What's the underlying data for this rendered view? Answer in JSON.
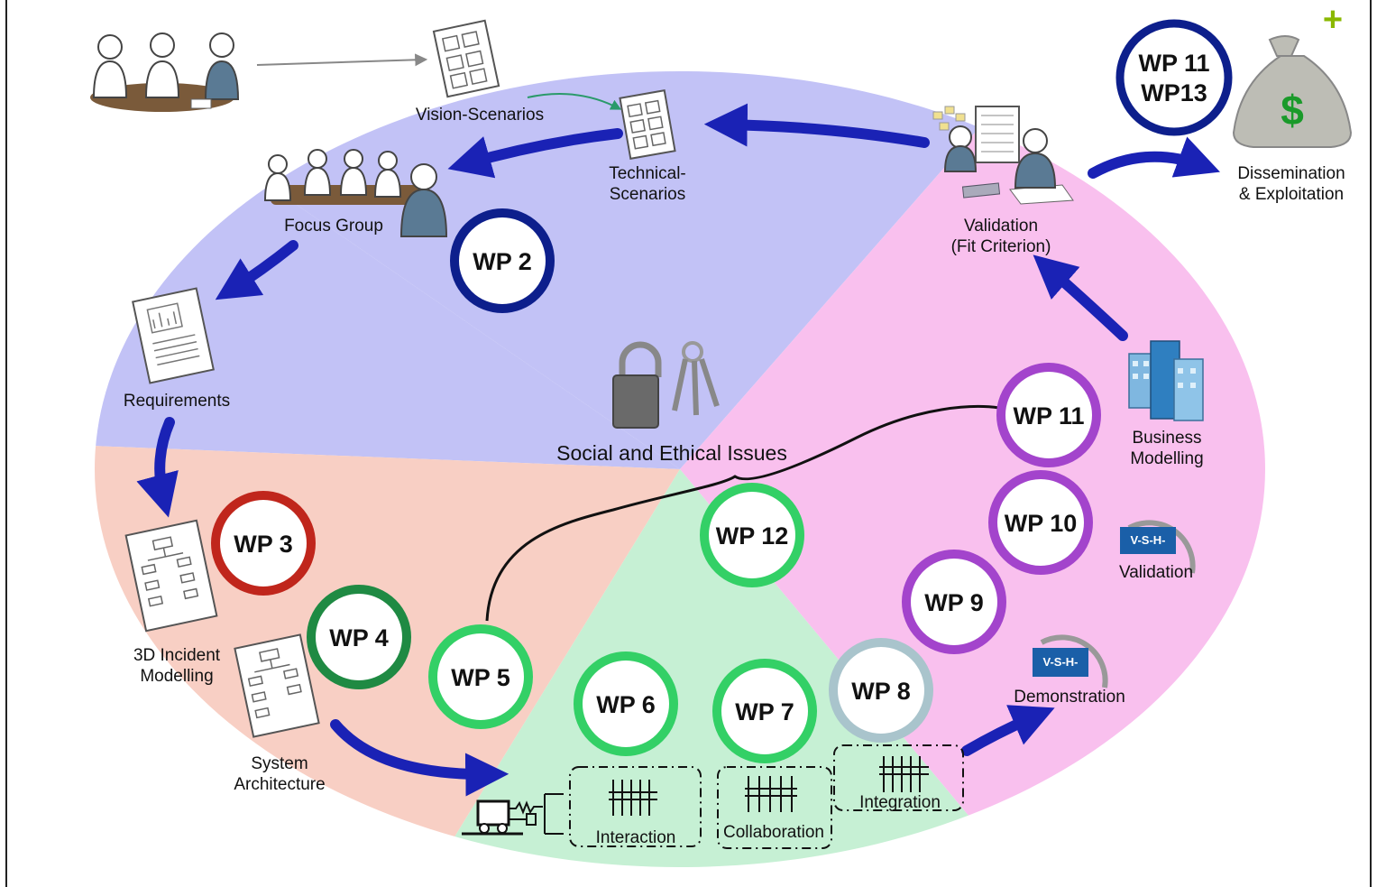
{
  "phases": {
    "vision_scenarios": "Vision-Scenarios",
    "technical_scenarios_1": "Technical-",
    "technical_scenarios_2": "Scenarios",
    "focus_group": "Focus Group",
    "requirements": "Requirements",
    "incident_modelling_1": "3D Incident",
    "incident_modelling_2": "Modelling",
    "system_architecture_1": "System",
    "system_architecture_2": "Architecture",
    "validation_fit_1": "Validation",
    "validation_fit_2": "(Fit Criterion)",
    "dissemination_1": "Dissemination",
    "dissemination_2": "& Exploitation",
    "business_modelling_1": "Business",
    "business_modelling_2": "Modelling",
    "validation": "Validation",
    "demonstration": "Demonstration"
  },
  "modules": {
    "interaction": "Interaction",
    "collaboration": "Collaboration",
    "integration": "Integration"
  },
  "center": {
    "title": "Social and Ethical Issues"
  },
  "work_packages": {
    "wp2": "WP 2",
    "wp3": "WP 3",
    "wp4": "WP 4",
    "wp5": "WP 5",
    "wp6": "WP 6",
    "wp7": "WP 7",
    "wp8": "WP 8",
    "wp9": "WP 9",
    "wp10": "WP 10",
    "wp11": "WP 11",
    "wp12": "WP 12",
    "wp11_top": "WP 11",
    "wp13_top": "WP13"
  },
  "badges": {
    "vsh_1": "V-S-H-",
    "vsh_2": "V-S-H-",
    "dollar": "$",
    "plus": "+"
  },
  "colors": {
    "ring_blue": "#c2c2f6",
    "ring_pink": "#f9c0ee",
    "ring_salmon": "#f8cfc4",
    "ring_green": "#c6f0d4",
    "arrow_blue": "#1a22b5",
    "wp_navy": "#0d1f8c",
    "wp_red": "#c0261c",
    "wp_darkgreen": "#1f8a43",
    "wp_green": "#33d066",
    "wp_grayblue": "#a9c4cc",
    "wp_purple": "#a344cc",
    "plus_green": "#8ab800"
  }
}
